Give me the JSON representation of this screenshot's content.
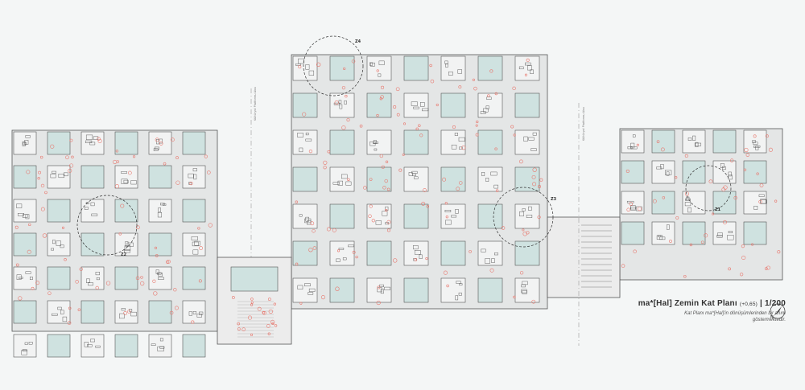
{
  "plan": {
    "title_main": "ma*[Hal] Zemin Kat Planı ",
    "title_level": "(+0,65)",
    "title_scale": " | 1/200",
    "subtitle_1": "Kat Planı ma*[Hal]'in dönüşümlerinden bir anını",
    "subtitle_2": "göstermektedir.",
    "north_label": "N"
  },
  "zones": [
    {
      "label": "Z1"
    },
    {
      "label": "Z2"
    },
    {
      "label": "Z3"
    },
    {
      "label": "Z4"
    }
  ],
  "axis_labels": [
    "Kültüryol Platformu Aksı",
    "Kültüryol Platformu Aksı"
  ],
  "colors": {
    "pod_fill": "#cfe2e0",
    "floor_fill": "#e6e8e8",
    "wall": "#555555",
    "accent": "#e8786e"
  }
}
